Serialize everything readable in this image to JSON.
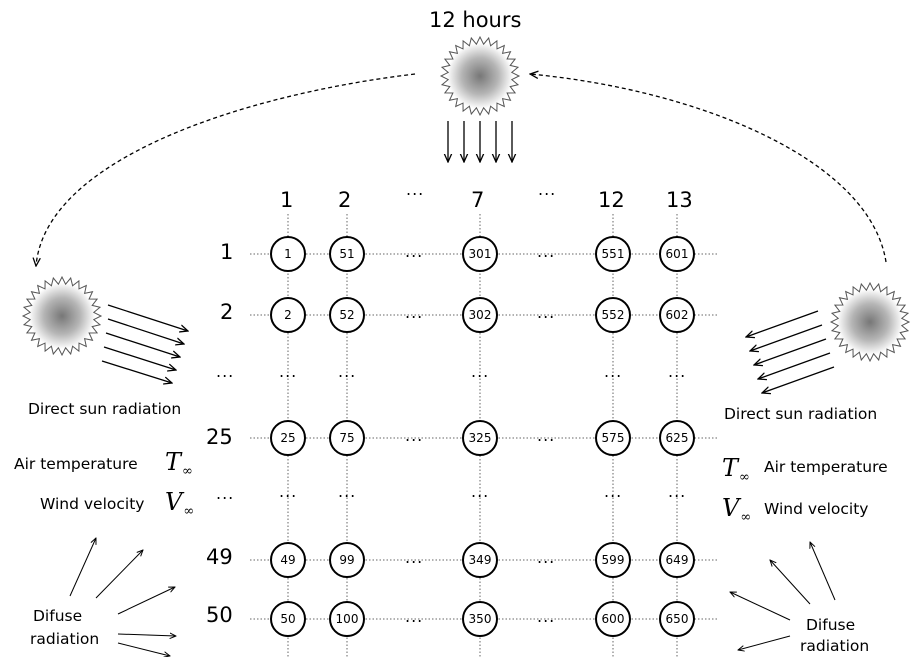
{
  "title": "12 hours",
  "columns": [
    "1",
    "2",
    "...",
    "7",
    "...",
    "12",
    "13"
  ],
  "rows": [
    "1",
    "2",
    "...",
    "25",
    "...",
    "49",
    "50"
  ],
  "grid_rows": [
    [
      "1",
      "51",
      "301",
      "551",
      "601"
    ],
    [
      "2",
      "52",
      "302",
      "552",
      "602"
    ],
    [
      "25",
      "75",
      "325",
      "575",
      "625"
    ],
    [
      "49",
      "99",
      "349",
      "599",
      "649"
    ],
    [
      "50",
      "100",
      "350",
      "600",
      "650"
    ]
  ],
  "ellipsis": "...",
  "left_panel": {
    "direct_label": "Direct sun radiation",
    "air_temp_label": "Air temperature",
    "wind_label": "Wind velocity",
    "diffuse_line1": "Difuse",
    "diffuse_line2": "radiation"
  },
  "right_panel": {
    "direct_label": "Direct sun radiation",
    "air_temp_label": "Air temperature",
    "wind_label": "Wind velocity",
    "diffuse_line1": "Difuse",
    "diffuse_line2": "radiation"
  },
  "symbols": {
    "air_temp": "T",
    "wind": "V",
    "subscript": "∞"
  }
}
